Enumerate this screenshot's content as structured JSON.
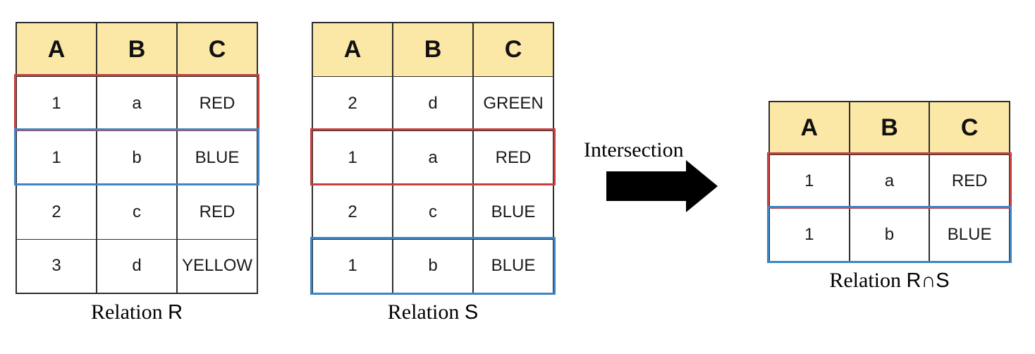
{
  "operation": {
    "label": "Intersection"
  },
  "colors": {
    "header_bg": "#FCE8A6",
    "highlight_red": "#C5413D",
    "highlight_blue": "#3D85C6",
    "table_border": "#2e2e2e",
    "arrow": "#000000"
  },
  "tables": {
    "r": {
      "caption_prefix": "Relation ",
      "caption_symbol": "R",
      "headers": [
        "A",
        "B",
        "C"
      ],
      "rows": [
        [
          "1",
          "a",
          "RED"
        ],
        [
          "1",
          "b",
          "BLUE"
        ],
        [
          "2",
          "c",
          "RED"
        ],
        [
          "3",
          "d",
          "YELLOW"
        ]
      ],
      "highlighted_rows": [
        {
          "row_index": 0,
          "color": "red"
        },
        {
          "row_index": 1,
          "color": "blue"
        }
      ]
    },
    "s": {
      "caption_prefix": "Relation ",
      "caption_symbol": "S",
      "headers": [
        "A",
        "B",
        "C"
      ],
      "rows": [
        [
          "2",
          "d",
          "GREEN"
        ],
        [
          "1",
          "a",
          "RED"
        ],
        [
          "2",
          "c",
          "BLUE"
        ],
        [
          "1",
          "b",
          "BLUE"
        ]
      ],
      "highlighted_rows": [
        {
          "row_index": 1,
          "color": "red"
        },
        {
          "row_index": 3,
          "color": "blue"
        }
      ]
    },
    "result": {
      "caption_prefix": "Relation ",
      "caption_symbol": "R∩S",
      "headers": [
        "A",
        "B",
        "C"
      ],
      "rows": [
        [
          "1",
          "a",
          "RED"
        ],
        [
          "1",
          "b",
          "BLUE"
        ]
      ],
      "highlighted_rows": [
        {
          "row_index": 0,
          "color": "red"
        },
        {
          "row_index": 1,
          "color": "blue"
        }
      ]
    }
  }
}
